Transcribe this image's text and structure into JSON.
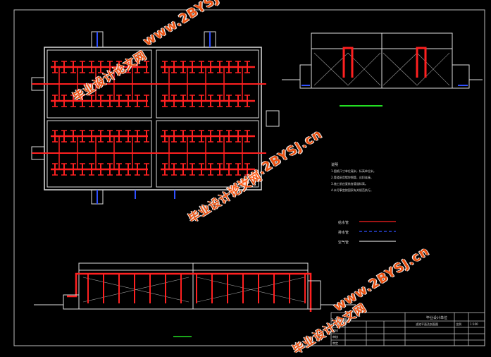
{
  "drawing": {
    "notes_heading": "说明",
    "notes": [
      "1.图纸尺寸单位毫米，标高单位米。",
      "2.管道采用镀锌钢管，丝扣连接。",
      "3.施工前应复核各管道标高。",
      "4.未尽事宜按国家有关规范执行。"
    ],
    "legend": [
      {
        "label": "给水管",
        "color": "#ff2020",
        "dash": false
      },
      {
        "label": "排水管",
        "color": "#3050ff",
        "dash": true
      },
      {
        "label": "空气管",
        "color": "#ffffff",
        "dash": false
      }
    ],
    "section_title": "1-1剖面图",
    "title_block": {
      "company": "毕业设计单位",
      "drawing_name": "滤池平面及剖面图",
      "scale_label": "比例",
      "scale": "1:100",
      "rows": [
        "设计",
        "校核",
        "审核",
        "审定"
      ]
    }
  },
  "watermarks": [
    {
      "text": "www.2BYSJ.cn"
    },
    {
      "text": "毕业设计论文网"
    },
    {
      "text": "www.2BYSJ.cn"
    },
    {
      "text": "毕业设计论文网"
    },
    {
      "text": "www.2BYSJ.cn"
    },
    {
      "text": "毕业设计论文网"
    }
  ]
}
